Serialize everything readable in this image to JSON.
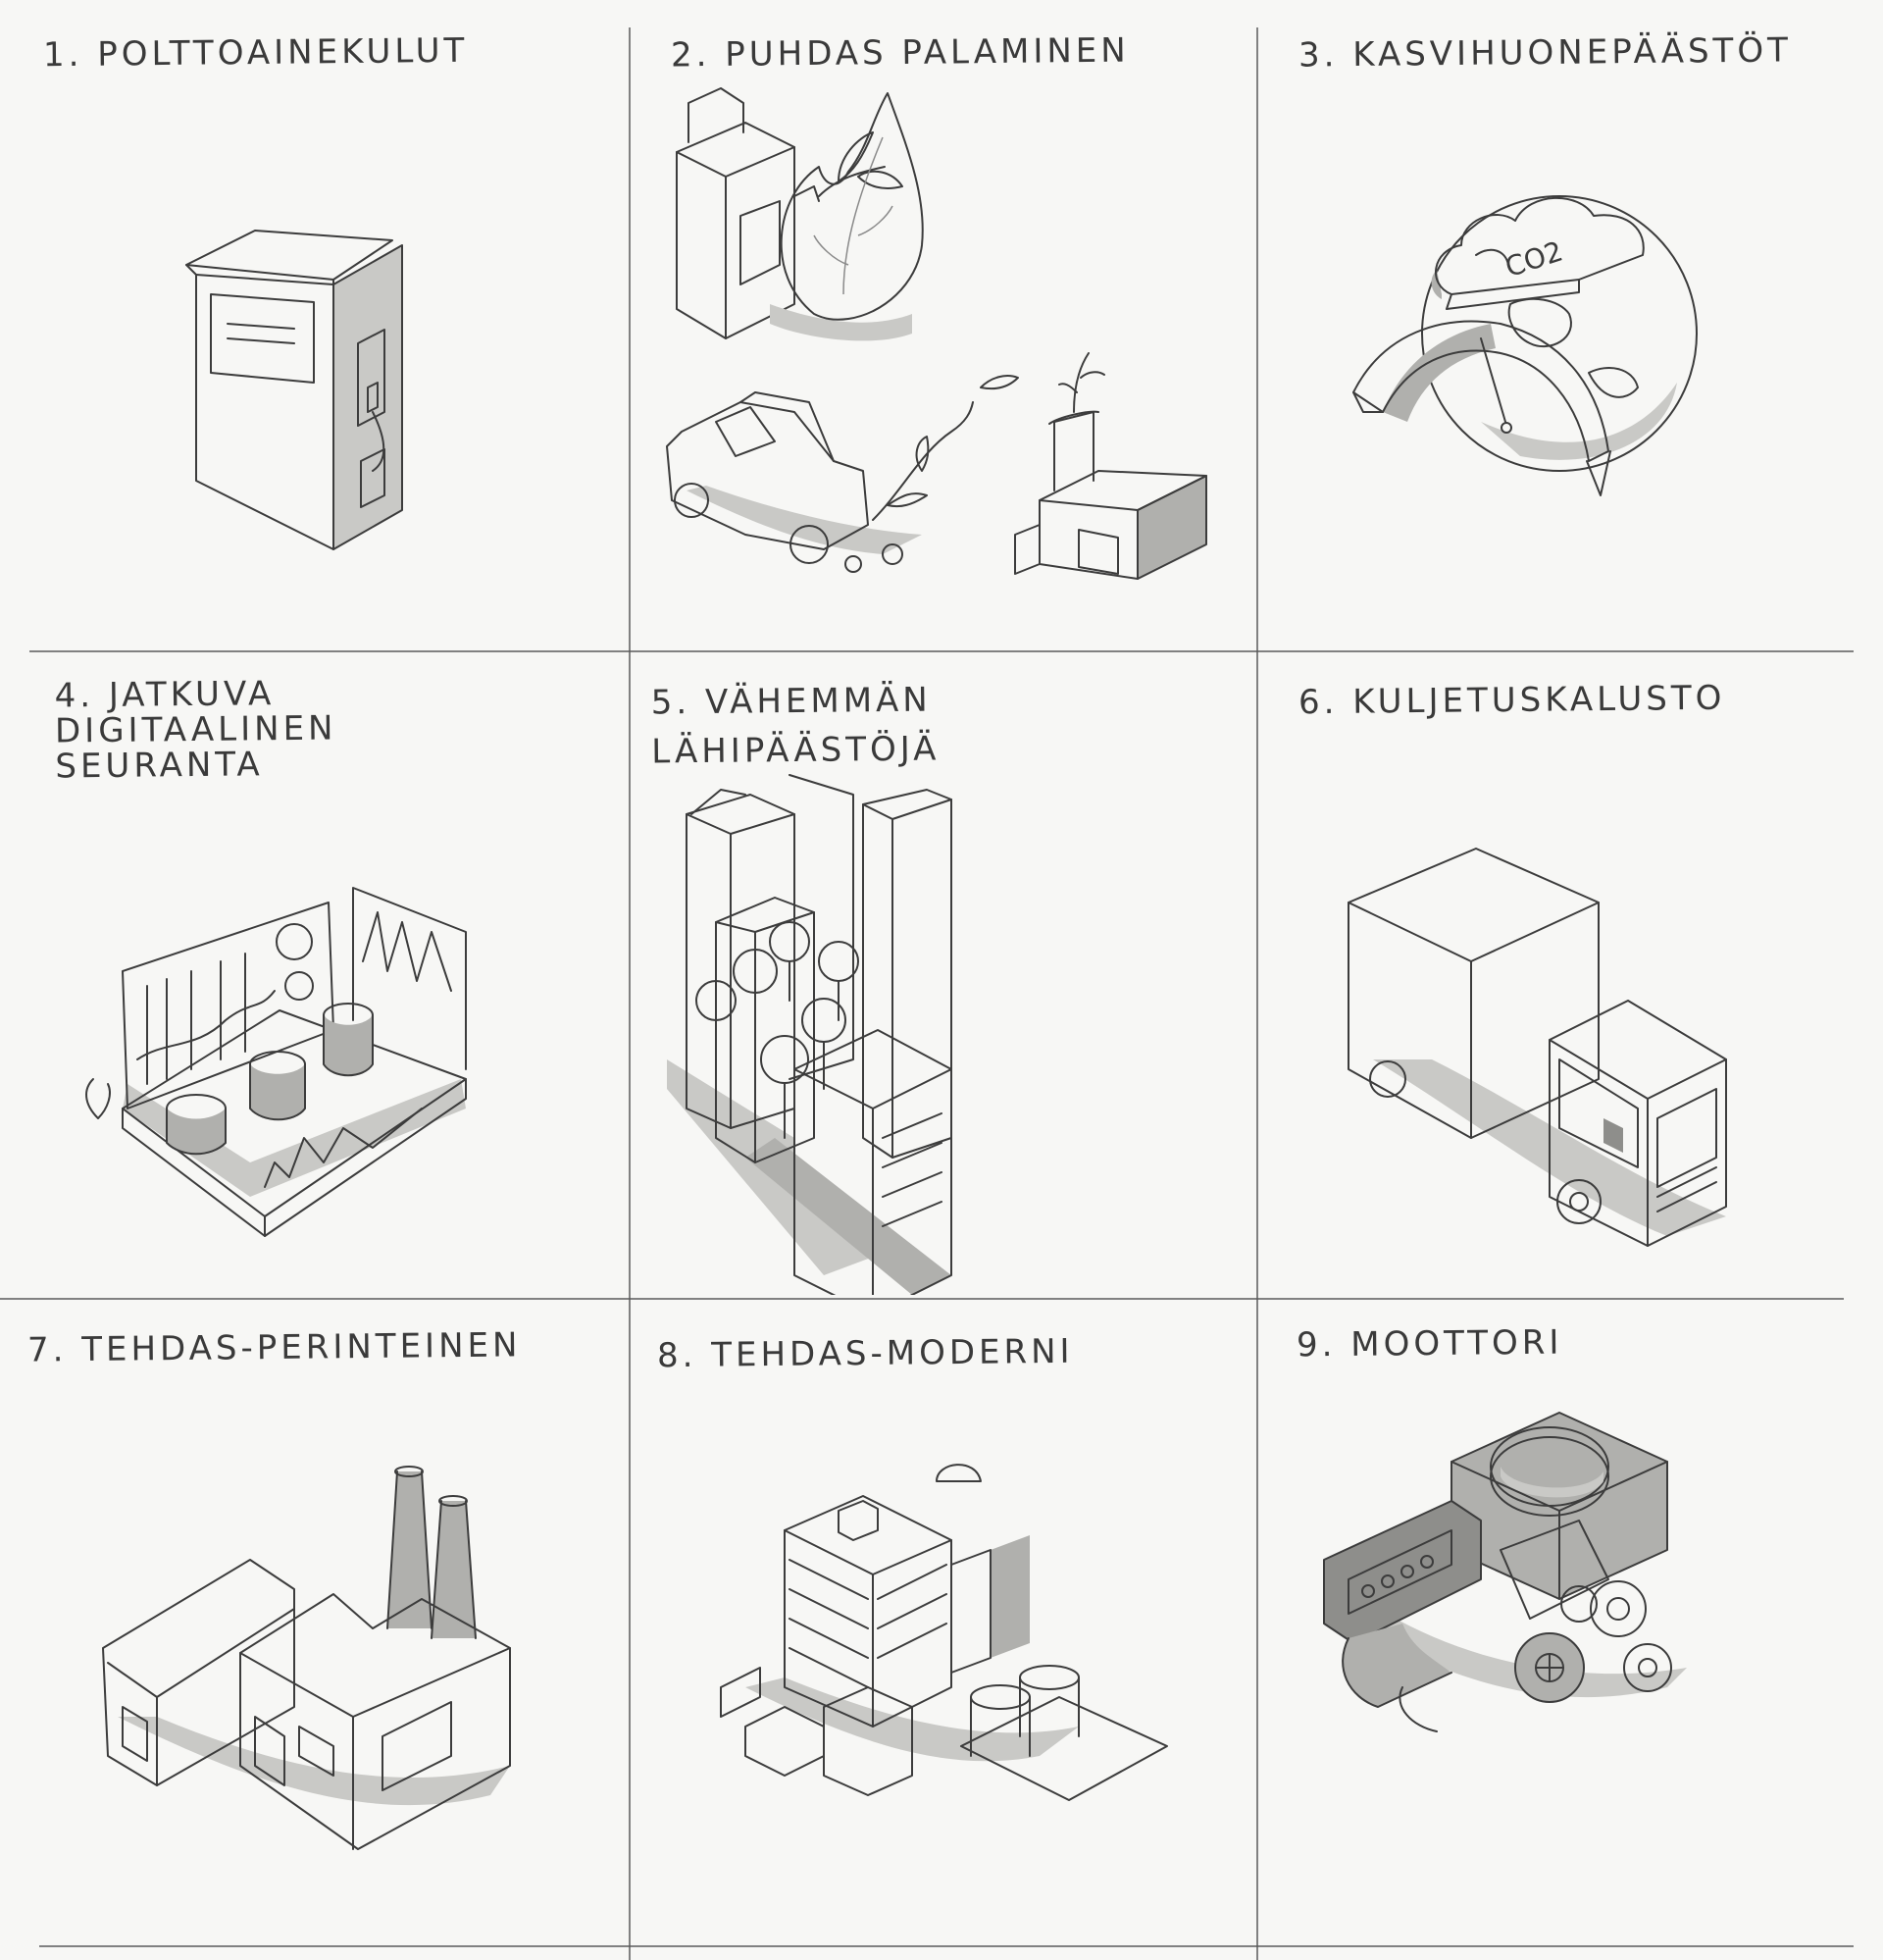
{
  "panels": [
    {
      "label": "1. POLTTOAINEKULUT"
    },
    {
      "label": "2. PUHDAS PALAMINEN"
    },
    {
      "label": "3. KASVIHUONEPÄÄSTÖT",
      "badge": "CO2"
    },
    {
      "label": "4. JATKUVA\nDIGITAALINEN\nSEURANTA"
    },
    {
      "label": "5. VÄHEMMÄN\nLÄHIPÄÄSTÖJÄ"
    },
    {
      "label": "6. KULJETUSKALUSTO"
    },
    {
      "label": "7. TEHDAS-PERINTEINEN"
    },
    {
      "label": "8. TEHDAS-MODERNI"
    },
    {
      "label": "9. MOOTTORI"
    }
  ]
}
